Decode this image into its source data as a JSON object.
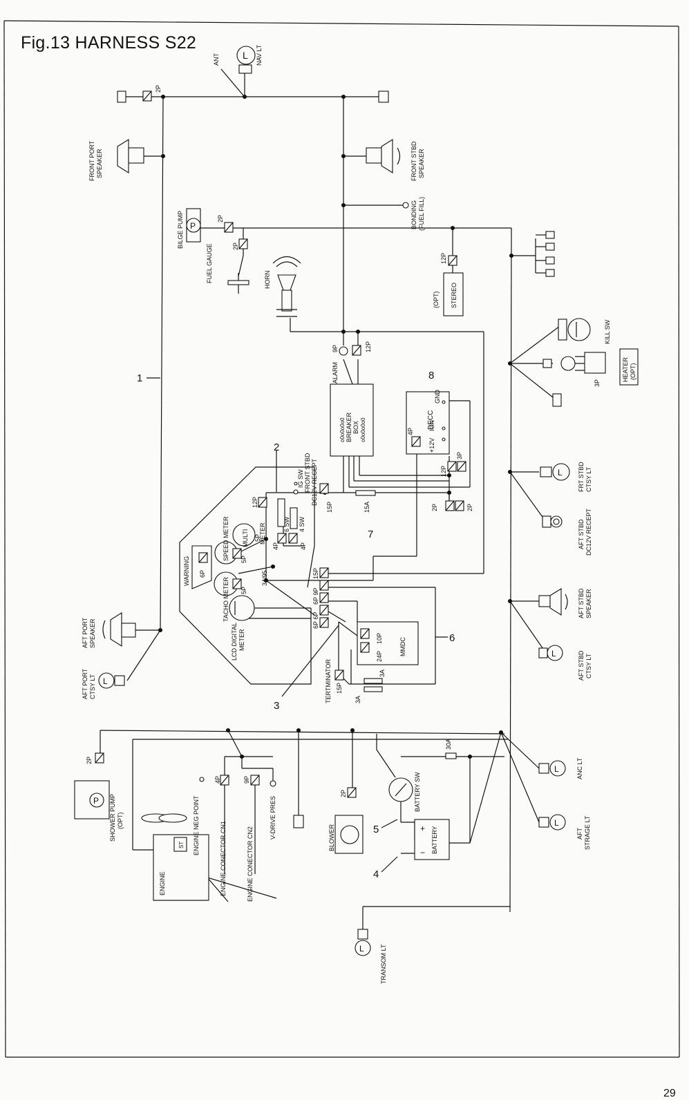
{
  "title": "Fig.13 HARNESS S22",
  "page_number": "29",
  "labels": {
    "ant": "ANT",
    "nav_lt": "NAV LT",
    "conn_2p_top": "2P",
    "front_port_speaker": [
      "FRONT PORT",
      "SPEAKER"
    ],
    "front_stbd_speaker": [
      "FRONT STBD",
      "SPEAKER"
    ],
    "bonding": [
      "BONDING",
      "(FUEL FILL)"
    ],
    "bilge_pump": "BILGE PUMP",
    "conn_2p_bilge": "2P",
    "conn_2p_fuel": "2P",
    "fuel_gauge": "FUEL GAUGE",
    "horn": "HORN",
    "stereo": "STEREO",
    "opt": "(OPT)",
    "conn_12p_stereo": "12P",
    "kill_sw": "KILL SW",
    "heater": [
      "HEATER",
      "(OPT)"
    ],
    "conn_3p_heater": "3P",
    "alarm": "ALARM",
    "conn_9p": "9P",
    "conn_12p_breaker": "12P",
    "breaker_box": [
      "o0o0o0o0",
      "BREAKER",
      "BOX",
      "o0o0o0o0"
    ],
    "decc": "DECC",
    "gnd": "GND",
    "ign": "IGN",
    "v12": "+12V",
    "conn_4p_decc": "4P",
    "conn_3p_decc": "3P",
    "conn_12p_decc": "12P",
    "conn_2p_left": "2P",
    "conn_2p_right": "2P",
    "fuse_15a": "15A",
    "frt_stbd_ctsy_lt": [
      "FRT STBD",
      "CTSY LT"
    ],
    "aft_stbd_dc12v_recept": [
      "AFT STBD",
      "DC12V RECEPT"
    ],
    "aft_stbd_speaker": [
      "AFT STBD",
      "SPEAKER"
    ],
    "aft_stbd_ctsy_lt": [
      "AFT STBD",
      "CTSY LT"
    ],
    "ig_sw": "IG SW",
    "front_stbd_dc12v": [
      "FRONT STBD",
      "DC12V RECEPT"
    ],
    "conn_15p_a": "15P",
    "conn_12p_meter": "12P",
    "meter": "METER",
    "six_sw": "6 SW",
    "four_sw": "4 SW",
    "conn_4p_a": "4P",
    "conn_4p_b": "4P",
    "multi": "MULTI",
    "conn_5p_multi": "5P",
    "speed_meter": "SPEED METER",
    "conn_5p_speed": "5P",
    "warning": "WARNING",
    "conn_6p_warning": "6P",
    "conn_34_95": "34/95",
    "conn_15p_b": "15P",
    "conn_6p_9p": "6P 9P",
    "conn_6p_6p": "6P 6P",
    "tacho_meter": "TACHO METER",
    "conn_5p_tacho": "5P",
    "lcd_digital_meter": [
      "LCD DIGITAL",
      "METER"
    ],
    "mmdc": "MMDC",
    "conn_10p": "10P",
    "conn_24p": "24P",
    "tertminator": "TERTMINATOR",
    "conn_15p_term": "15P",
    "fuse_3a_a": "3A",
    "fuse_3a_b": "3A",
    "aft_port_speaker": [
      "AFT PORT",
      "SPEAKER"
    ],
    "aft_port_ctsy_lt": [
      "AFT PORT",
      "CTSY LT"
    ],
    "shower_pump": [
      "SHOWER PUMP",
      "(OPT)"
    ],
    "conn_2p_shower": "2P",
    "engine": "ENGINE",
    "st": "ST",
    "engine_neg_point": "ENGINE NEG POINT",
    "engine_cn1": "ENGINE CONECTOR CN1",
    "engine_cn2": "ENGINE CONECTOR CN2",
    "conn_4p_cn1": "4P",
    "conn_9p_cn2": "9P",
    "vdrive_pres": "V-DRIVE PRES",
    "blower": "BLOWER",
    "conn_2p_blower": "2P",
    "battery_sw": "BATTERY SW",
    "battery": "BATTERY",
    "fuse_30a": "30A",
    "anc_lt": "ANC LT",
    "aft_strage_lt": [
      "AFT",
      "STRAGE LT"
    ],
    "transom_lt": "TRANSOM LT",
    "lamp_l": "L",
    "pump_p": "P"
  },
  "callouts": [
    "1",
    "2",
    "3",
    "4",
    "5",
    "6",
    "7",
    "8"
  ]
}
